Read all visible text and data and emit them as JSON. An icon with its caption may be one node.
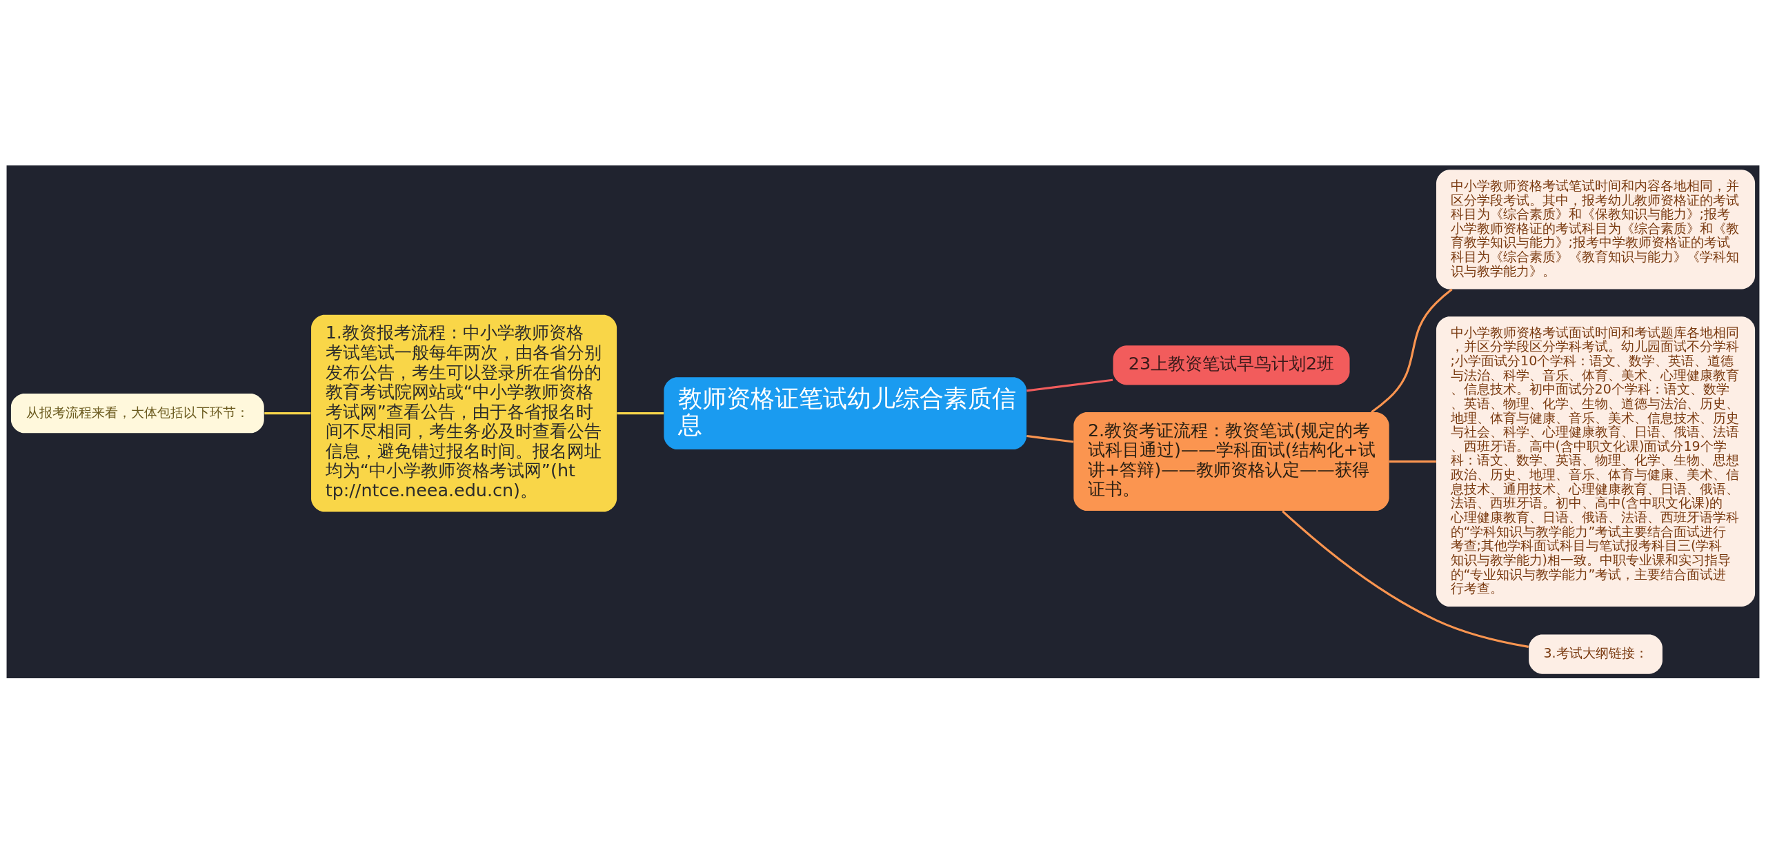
{
  "diagram": {
    "nodes": [
      {
        "text": [
          "教师资格证笔试幼儿综合素质信息"
        ]
      },
      {
        "text": [
          "1.教资报考流程：中小学教师资格考试笔试一般每年两次，由各省分别发布公告，考生可以登录所在省份的教育考试院网站或“中小学教师资格考试网”查看公告，由于各省报名时间不尽相同，考生务必及时查看公告信息，避免错过报名时间。报名网址均为“中小学教师资格考试网”(http://ntce.neea.edu.cn)。"
        ]
      },
      {
        "text": [
          "从报考流程来看，大体包括以下环节："
        ]
      },
      {
        "text": [
          "23上教资笔试早鸟计划2班"
        ]
      },
      {
        "text": [
          "2.教资考证流程：教资笔试(规定的考试科目通过)——学科面试(结构化+试讲+答辩)——教师资格认定——获得证书。"
        ]
      },
      {
        "text": [
          "中小学教师资格考试笔试时间和内容各地相同，并区分学段考试。其中，报考幼儿教师资格证的考试科目为《综合素质》和《保教知识与能力》;报考小学教师资格证的考试科目为《综合素质》和《教育教学知识与能力》;报考中学教师资格证的考试科目为《综合素质》《教育知识与能力》《学科知识与教学能力》。"
        ]
      },
      {
        "text": [
          "中小学教师资格考试面试时间和考试题库各地相同，并区分学段区分学科考试。幼儿园面试不分学科;小学面试分10个学科：语文、数学、英语、道德与法治、科学、音乐、体育、美术、心理健康教育、信息技术。初中面试分20个学科：语文、数学、英语、物理、化学、生物、道德与法治、历史、地理、体育与健康、音乐、美术、信息技术、历史与社会、科学、心理健康教育、日语、俄语、法语、西班牙语。高中(含中职文化课)面试分19个学科：语文、数学、英语、物理、化学、生物、思想政治、历史、地理、音乐、体育与健康、美术、信息技术、通用技术、心理健康教育、日语、俄语、法语、西班牙语。初中、高中(含中职文化课)的心理健康教育、日语、俄语、法语、西班牙语学科的“学科知识与教学能力”考试主要结合面试进行考查;其他学科面试科目与笔试报考科目三(学科知识与教学能力)相一致。中职专业课和实习指导的“专业知识与教学能力”考试，主要结合面试进行考查。"
        ]
      },
      {
        "text": [
          "3.考试大纲链接："
        ]
      }
    ],
    "edges": [
      {
        "from": 0,
        "to": 1,
        "arrow": "none",
        "color": "#f5d44a"
      },
      {
        "from": 1,
        "to": 2,
        "arrow": "none",
        "color": "#f5d44a"
      },
      {
        "from": 0,
        "to": 3,
        "arrow": "none",
        "color": "#f05c5c"
      },
      {
        "from": 0,
        "to": 4,
        "arrow": "none"
      },
      {
        "from": 4,
        "to": 5,
        "arrow": "none"
      },
      {
        "from": 4,
        "to": 6,
        "arrow": "none"
      },
      {
        "from": 4,
        "to": 7,
        "arrow": "none"
      }
    ]
  }
}
